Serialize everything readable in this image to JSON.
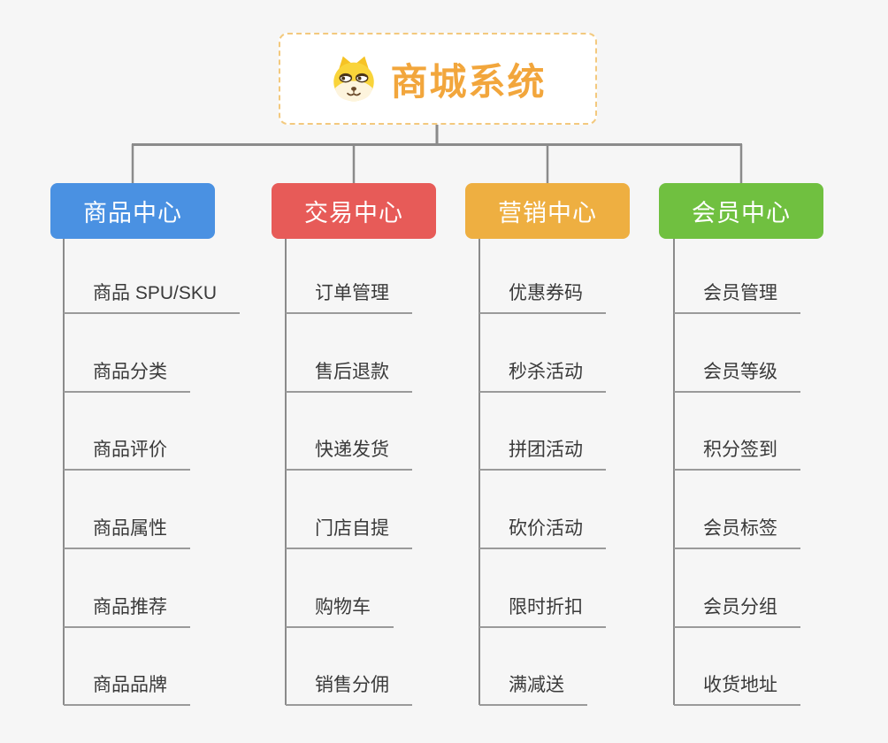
{
  "root": {
    "title": "商城系统",
    "icon": "dog-face-icon"
  },
  "colors": {
    "root_accent": "#f2a63c",
    "root_border": "#f3c97e",
    "connector": "#8b8b8b",
    "underline": "#9a9a9a",
    "child_text": "#3a3a3a",
    "background": "#f6f6f6"
  },
  "branches": [
    {
      "label": "商品中心",
      "color": "#4a91e2",
      "children": [
        "商品 SPU/SKU",
        "商品分类",
        "商品评价",
        "商品属性",
        "商品推荐",
        "商品品牌"
      ]
    },
    {
      "label": "交易中心",
      "color": "#e75b58",
      "children": [
        "订单管理",
        "售后退款",
        "快递发货",
        "门店自提",
        "购物车",
        "销售分佣"
      ]
    },
    {
      "label": "营销中心",
      "color": "#eeaf41",
      "children": [
        "优惠券码",
        "秒杀活动",
        "拼团活动",
        "砍价活动",
        "限时折扣",
        "满减送"
      ]
    },
    {
      "label": "会员中心",
      "color": "#70c040",
      "children": [
        "会员管理",
        "会员等级",
        "积分签到",
        "会员标签",
        "会员分组",
        "收货地址"
      ]
    }
  ]
}
